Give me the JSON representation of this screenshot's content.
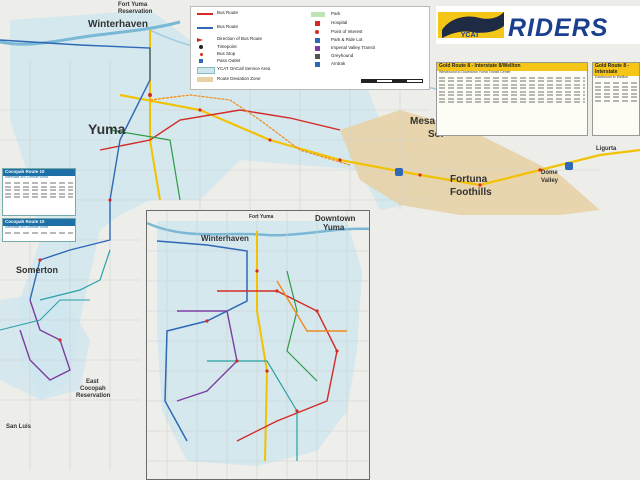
{
  "map": {
    "brand": {
      "logo_text": "YCAT",
      "title": "RIDERS"
    },
    "places": {
      "winterhaven": "Winterhaven",
      "fort_yuma": "Fort Yuma",
      "reservation": "Reservation",
      "yuma": "Yuma",
      "somerton": "Somerton",
      "mesa": "Mesa del",
      "sol": "Sol",
      "fortuna": "Fortuna",
      "foothills": "Foothills",
      "dome": "Dome",
      "valley": "Valley",
      "ligurta": "Ligurta",
      "east_cocopah": "East",
      "cocopah_res": "Cocopah",
      "reservation2": "Reservation",
      "san_luis": "San Luis",
      "downtown": "Downtown",
      "downtown_yuma": "Yuma",
      "inset_winterhaven": "Winterhaven",
      "inset_fort_yuma": "Fort Yuma"
    },
    "legend": {
      "bus_route": "Bus Route",
      "bus_route_timed": "Bus Route",
      "direction": "Direction of Bus Route",
      "timepoint": "Timepoint",
      "bus_stop": "Bus Stop",
      "pass_outlet": "Pass Outlet",
      "service_area": "YCAT OnCall Service Area",
      "deviation_zone": "Route Deviation Zone",
      "park": "Park",
      "hospital": "Hospital",
      "point_interest": "Point of Interest",
      "park_ride": "Park & Ride Lot",
      "imperial": "Imperial Valley Transit",
      "greyhound": "Greyhound",
      "amtrak": "Amtrak"
    },
    "panels": {
      "gold1_title": "Gold Route 8 - Interstate 8/Wellton",
      "gold1_sub": "Westbound to Downtown Yuma Transit Center",
      "gold2_title": "Gold Route 8 - Interstate",
      "gold2_sub": "Eastbound to Wellton",
      "tt1_title": "Cocopah Route 10",
      "tt1_sub": "Interstate 8/S Central/Yuma",
      "tt2_title": "Cocopah Route 10",
      "tt2_sub": "Interstate 8/S Central/Yuma"
    }
  },
  "colors": {
    "service_area": "#cfe6ef",
    "deviation": "#e7d2a6",
    "road": "#d0d0cf",
    "route_yellow": "#f2c200",
    "route_red": "#d42a26",
    "route_blue": "#2f68b5",
    "route_purple": "#7b3fa0",
    "route_green": "#2f9b45",
    "route_teal": "#28a1a6",
    "route_orange": "#ef8b1e"
  }
}
